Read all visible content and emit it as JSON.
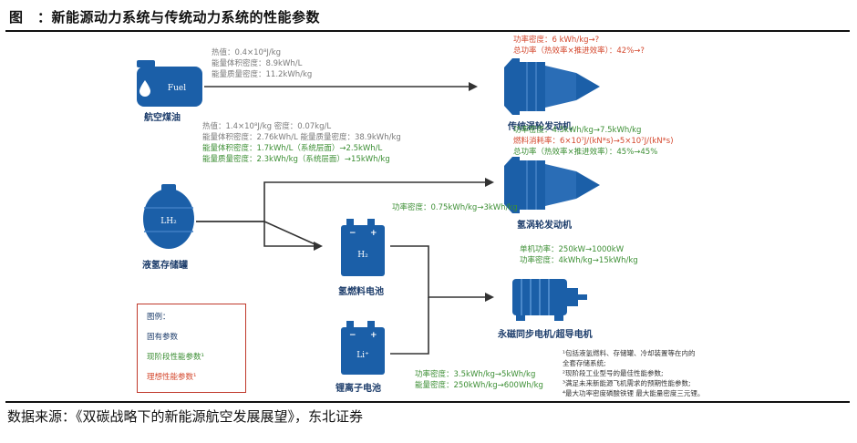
{
  "figure": {
    "title": "图　：新能源动力系统与传统动力系统的性能参数",
    "source": "数据来源：《双碳战略下的新能源航空发展展望》，东北证券"
  },
  "nodes": {
    "fuel": {
      "name": "航空煤油",
      "icon_text": "Fuel"
    },
    "lh2": {
      "name": "液氢存储罐",
      "icon_text": "LH₂"
    },
    "h2_cell": {
      "name": "氢燃料电池",
      "icon_text": "H₂"
    },
    "li_battery": {
      "name": "锂离子电池",
      "icon_text": "Li⁺"
    },
    "turbofan": {
      "name": "传统涡轮发动机"
    },
    "h2_turbine": {
      "name": "氢涡轮发动机"
    },
    "motor": {
      "name": "永磁同步电机/超导电机"
    }
  },
  "params": {
    "fuel": [
      "热值：0.4×10⁸J/kg",
      "能量体积密度：8.9kWh/L",
      "能量质量密度：11.2kWh/kg"
    ],
    "lh2_fixed": [
      "热值：1.4×10⁸J/kg  密度：0.07kg/L",
      "能量体积密度：2.76kWh/L  能量质量密度：38.9kWh/kg"
    ],
    "lh2_system": [
      "能量体积密度：1.7kWh/L（系统层面）→2.5kWh/L",
      "能量质量密度：2.3kWh/kg（系统层面）→15kWh/kg"
    ],
    "turbofan": [
      "功率密度：6 kWh/kg→?",
      "总功率（热效率×推进效率）：42%→?"
    ],
    "h2_turbine": [
      "功率密度：4.5kWh/kg→7.5kWh/kg",
      "燃料消耗率：6×10⁷J/(kN*s)→5×10⁷J/(kN*s)",
      "总功率（热效率×推进效率）：45%→45%"
    ],
    "h2_cell": [
      "功率密度：0.75kWh/kg→3kWh/kg"
    ],
    "motor": [
      "单机功率：250kW→1000kW",
      "功率密度：4kWh/kg→15kWh/kg"
    ],
    "li_battery": [
      "功率密度：3.5kWh/kg→5kWh/kg",
      "能量密度：250kWh/kg→600Wh/kg"
    ]
  },
  "legend": {
    "title": "图例：",
    "items": [
      {
        "label": "固有参数",
        "color": "#1d3d6b"
      },
      {
        "label": "现阶段性能参数¹",
        "color": "#3d8f35"
      },
      {
        "label": "理想性能参数¹",
        "color": "#d4482e"
      }
    ]
  },
  "notes": [
    "¹包括液氢燃料、存储罐、冷却装置等在内的",
    "全套存储系统;",
    "²现阶段工业型号的最佳性能参数;",
    "³满足未来新能源飞机需求的预期性能参数;",
    "⁴最大功率密度磷酸铁锂  最大能量密度三元锂。"
  ],
  "colors": {
    "icon": "#1b5fa8",
    "arrow": "#333333",
    "fixed": "#7a7a7a",
    "current": "#3d8f35",
    "ideal": "#d4482e",
    "label": "#1d3d6b"
  }
}
